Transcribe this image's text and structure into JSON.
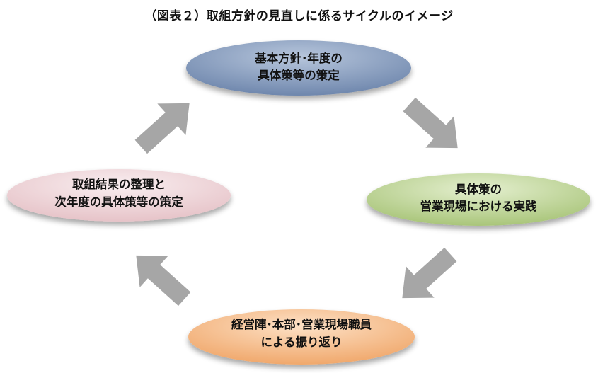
{
  "title": "（図表２）取組方針の見直しに係るサイクルのイメージ",
  "colors": {
    "top": "#7f95b8",
    "right": "#b9d08f",
    "bottom": "#f2b37c",
    "left": "#eccfd3",
    "arrow": "#a6a6a6"
  },
  "nodes": {
    "top": {
      "line1": "基本方針･年度の",
      "line2": "具体策等の策定"
    },
    "right": {
      "line1": "具体策の",
      "line2": "営業現場における実践"
    },
    "bottom": {
      "line1": "経営陣･本部･営業現場職員",
      "line2": "による振り返り"
    },
    "left": {
      "line1": "取組結果の整理と",
      "line2": "次年度の具体策等の策定"
    }
  }
}
